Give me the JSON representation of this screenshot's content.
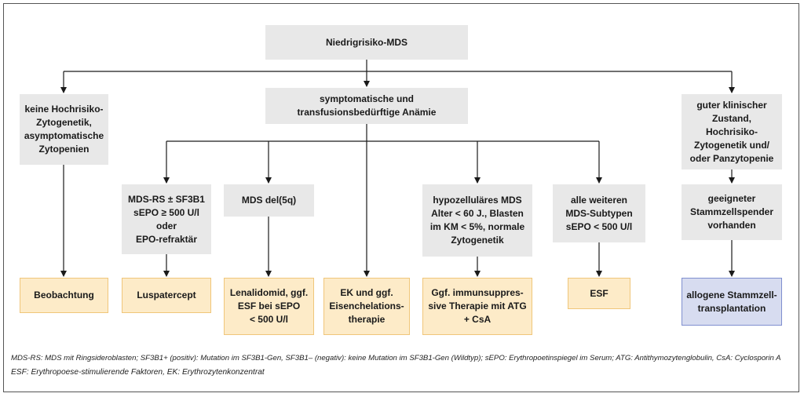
{
  "colors": {
    "box_grey": "#e8e8e8",
    "result_fill": "#fdebc8",
    "result_border": "#f0c67a",
    "transplant_fill": "#d7dcf0",
    "transplant_border": "#7f8fcf",
    "line": "#1a1a1a"
  },
  "nodes": {
    "root": "Niedrigrisiko-MDS",
    "left_condition": "keine Hochrisiko-\nZytogenetik,\nasymptomatische\nZytopenien",
    "center_condition": "symptomatische und\ntransfusionsbedürftige Anämie",
    "right_condition": "guter klinischer\nZustand,\nHochrisiko-\nZytogenetik und/\noder Panzytopenie",
    "mds_rs": "MDS-RS ± SF3B1\nsEPO ≥ 500 U/l\noder\nEPO-refraktär",
    "mds_del5q": "MDS del(5q)",
    "hypocellular": "hypozelluläres MDS\nAlter < 60 J., Blasten\nim KM < 5%, normale\nZytogenetik",
    "other_subtypes": "alle weiteren\nMDS-Subtypen\nsEPO < 500 U/l",
    "donor": "geeigneter\nStammzellspender\nvorhanden"
  },
  "results": {
    "observation": "Beobachtung",
    "luspatercept": "Luspatercept",
    "lenalidomide": "Lenalidomid, ggf.\nESF bei sEPO\n< 500 U/l",
    "ek_chelation": "EK und ggf.\nEisenchelations-\ntherapie",
    "immunosuppressive": "Ggf. immunsuppres-\nsive Therapie mit ATG\n+ CsA",
    "esf": "ESF",
    "transplant": "allogene Stammzell-\ntransplantation"
  },
  "footnotes": {
    "line1": "MDS-RS: MDS mit Ringsideroblasten; SF3B1+ (positiv): Mutation im SF3B1-Gen, SF3B1– (negativ): keine Mutation im SF3B1-Gen (Wildtyp); sEPO: Erythropoetinspiegel im Serum; ATG: Antithymozytenglobulin, CsA: Cyclosporin A",
    "line2": "ESF: Erythropoese-stimulierende Faktoren, EK: Erythrozytenkonzentrat"
  }
}
